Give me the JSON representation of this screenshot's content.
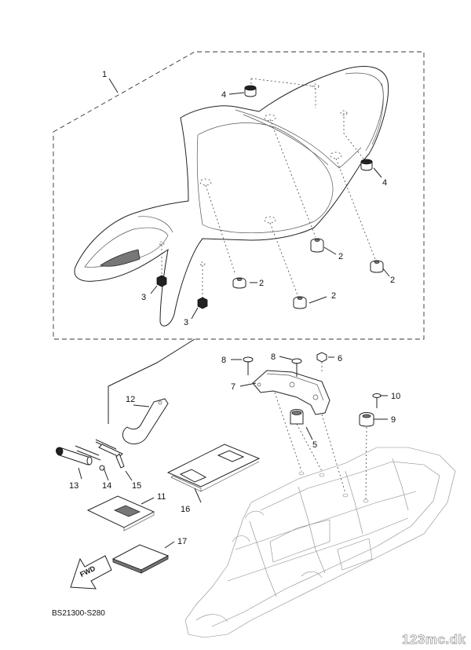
{
  "diagram": {
    "callouts": {
      "c1": "1",
      "c2a": "2",
      "c2b": "2",
      "c2c": "2",
      "c2d": "2",
      "c3a": "3",
      "c3b": "3",
      "c4a": "4",
      "c4b": "4",
      "c5": "5",
      "c6": "6",
      "c7": "7",
      "c8a": "8",
      "c8b": "8",
      "c9": "9",
      "c10": "10",
      "c11": "11",
      "c12": "12",
      "c13": "13",
      "c14": "14",
      "c15": "15",
      "c16": "16",
      "c17": "17"
    },
    "fwd_label": "FWD",
    "drawing_code": "BS21300-S280",
    "watermark": "123mc.dk"
  }
}
